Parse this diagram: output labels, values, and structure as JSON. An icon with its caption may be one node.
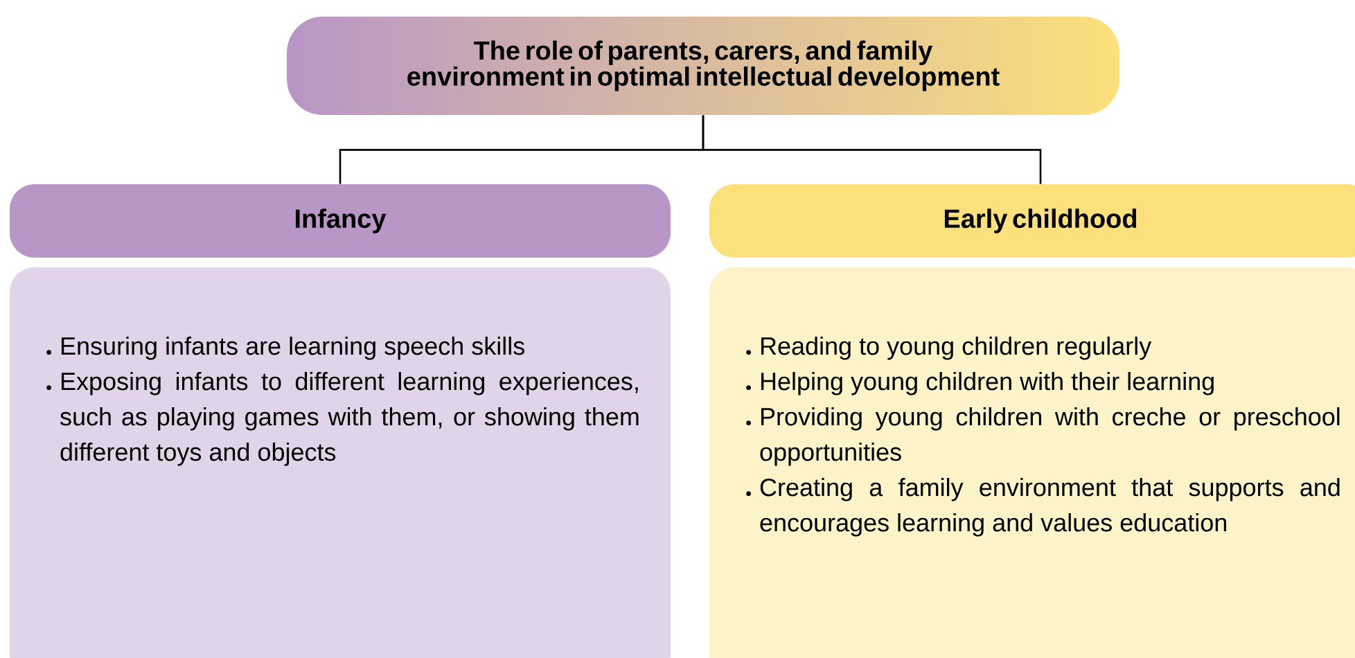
{
  "diagram": {
    "nodes": [
      {
        "text": [
          "The role of parents, carers, and family environment in optimal intellectual development"
        ]
      },
      {
        "text": [
          "Infancy"
        ]
      },
      {
        "text": [
          "Ensuring infants are learning speech skills",
          "Exposing infants to different learning experiences, such as playing games with them, or showing them different toys and objects"
        ]
      },
      {
        "text": [
          "Early childhood"
        ]
      },
      {
        "text": [
          "Reading to young children regularly",
          "Helping young children with their learning",
          "Providing young children with creche or preschool opportunities",
          "Creating a family environment that supports and encourages learning and values education"
        ]
      }
    ],
    "edges": [
      {
        "from": 0,
        "to": 1,
        "arrow": "none"
      },
      {
        "from": 0,
        "to": 3,
        "arrow": "none"
      }
    ]
  }
}
